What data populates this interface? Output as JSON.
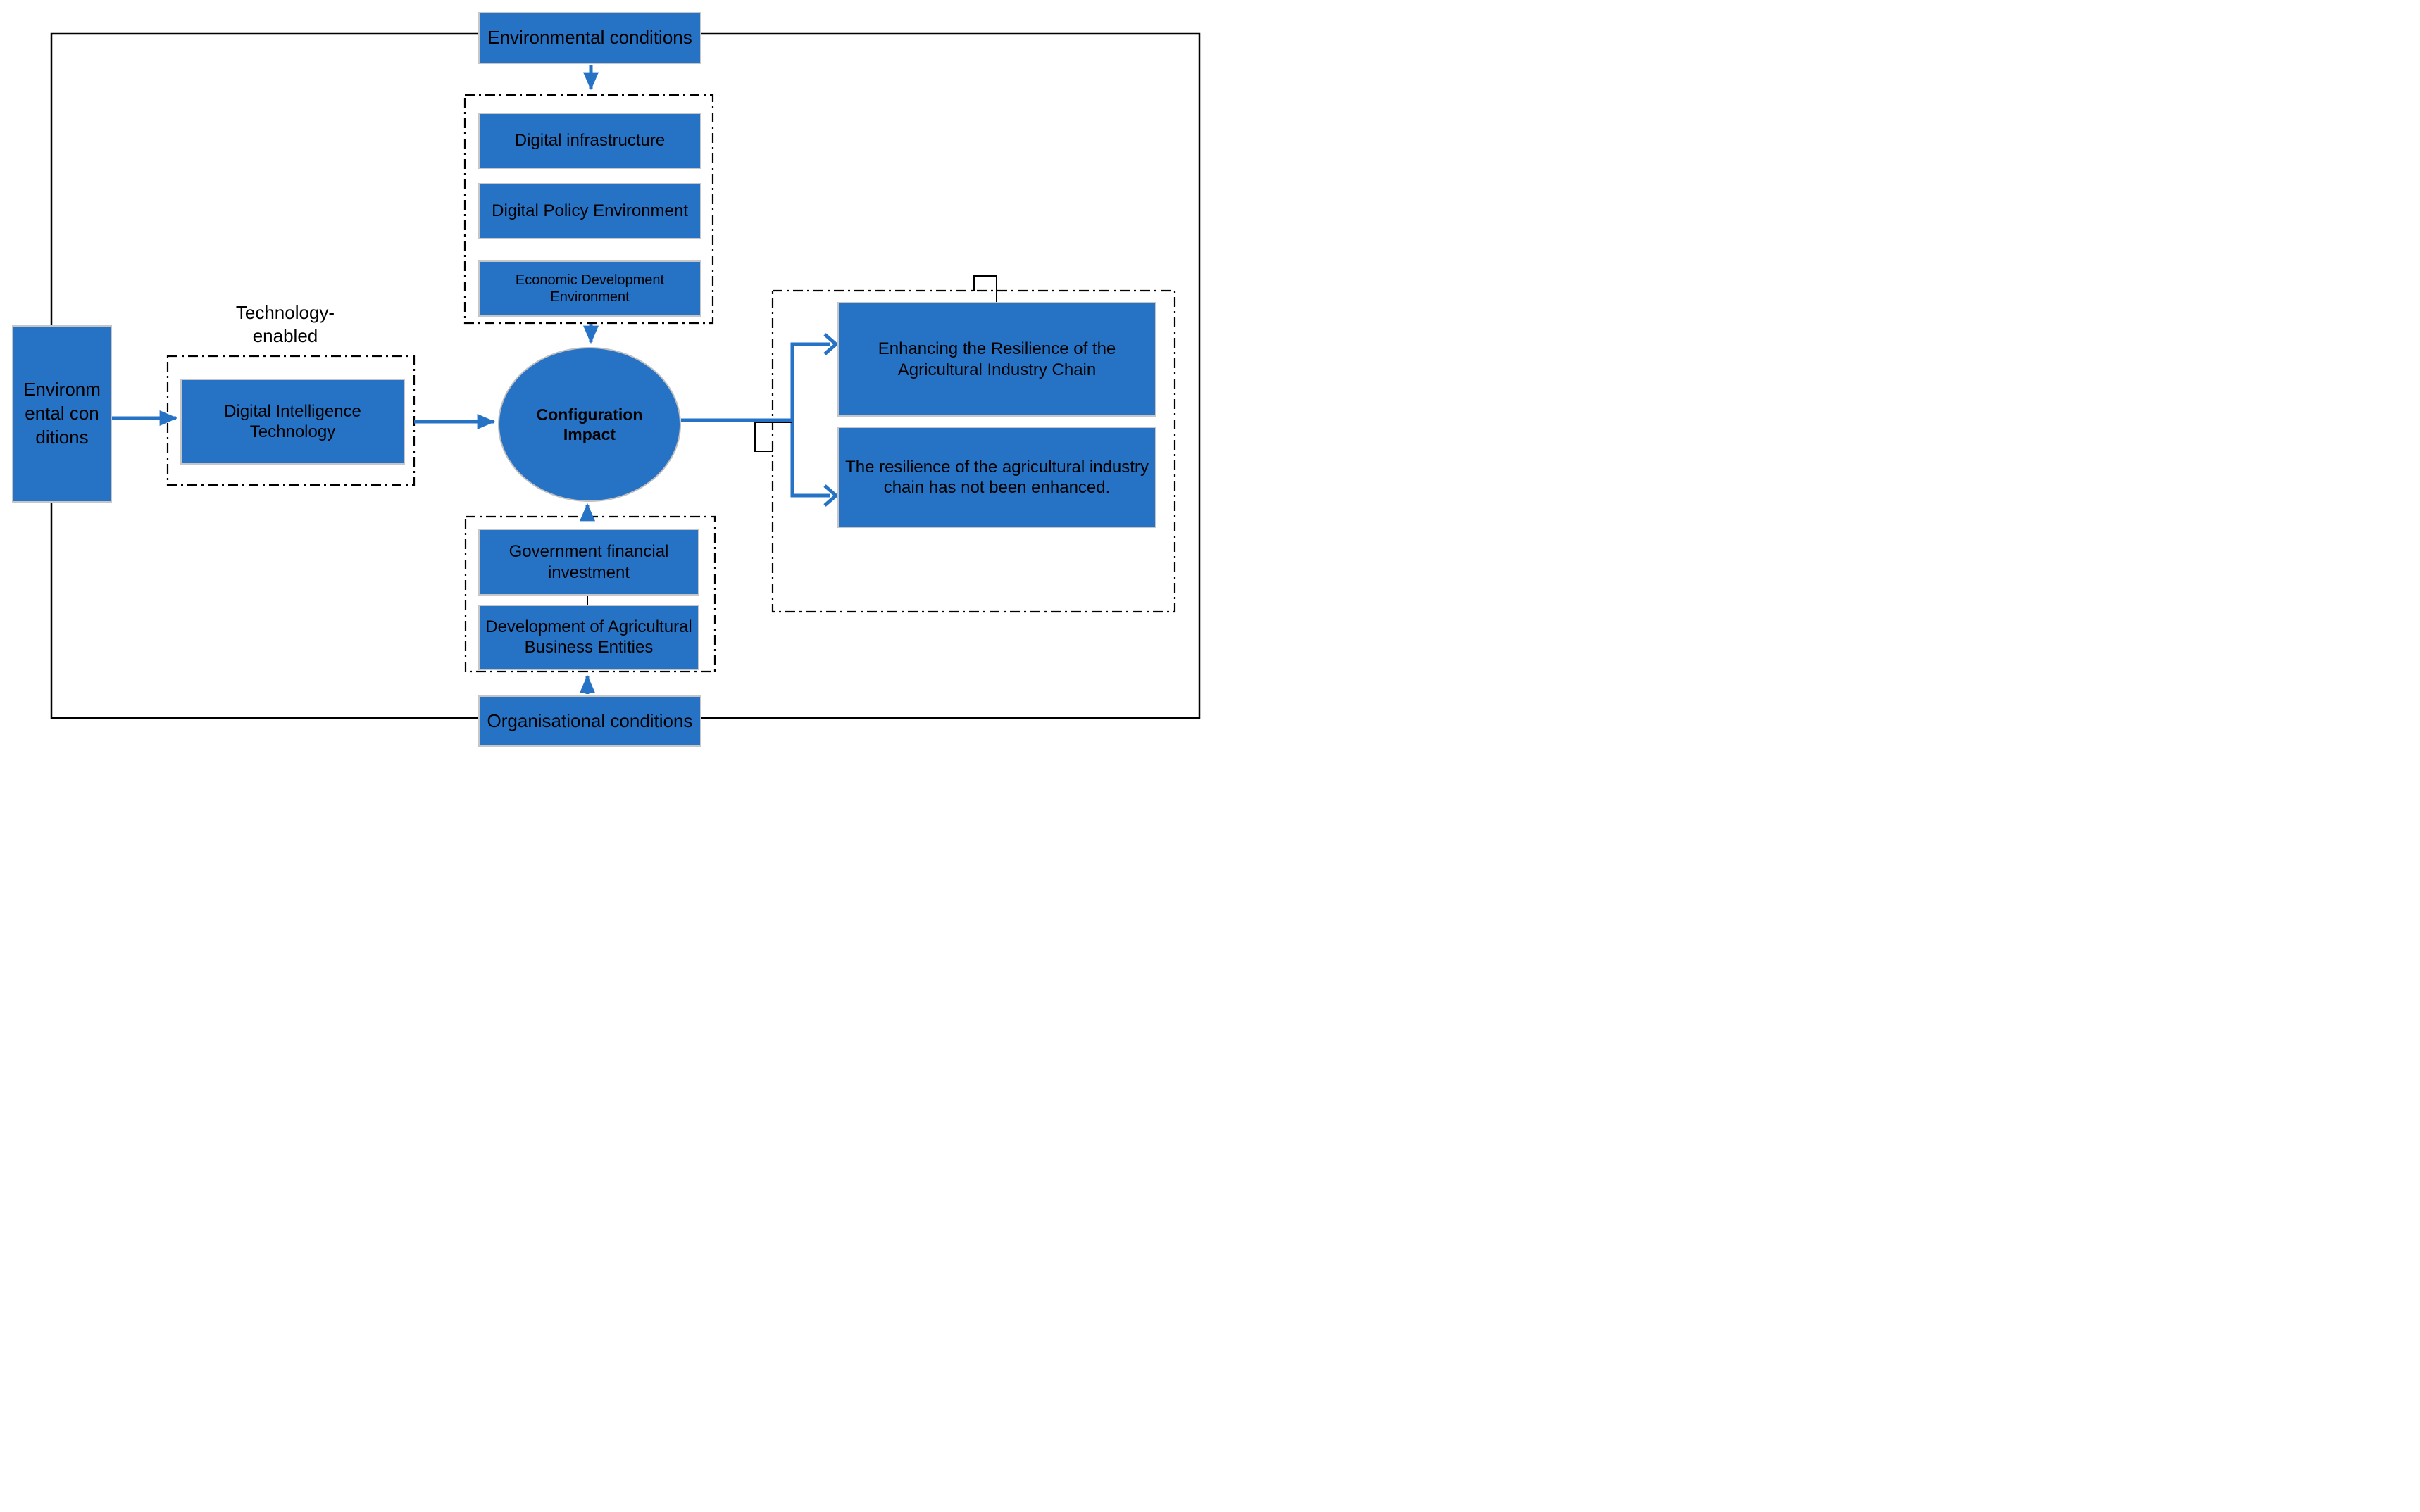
{
  "colors": {
    "primary_blue": "#2673C5",
    "text_black": "#000000",
    "box_border_gray": "#C6C6C6",
    "outer_border_black": "#000000"
  },
  "nodes": {
    "env_top": "Environmental conditions",
    "env_left": "Environmental conditions",
    "org_bottom": "Organisational conditions",
    "tech_group_label": "Technology-enabled",
    "digital_infrastructure": "Digital infrastructure",
    "digital_policy_environment": "Digital Policy Environment",
    "economic_development_environment": "Economic Development Environment",
    "digital_intelligence_technology": "Digital Intelligence Technology",
    "configuration_impact": "Configuration Impact",
    "government_financial_investment": "Government financial investment",
    "development_agricultural_business_entities": "Development of Agricultural Business Entities",
    "outcome_enhanced": "Enhancing the Resilience of the Agricultural Industry Chain",
    "outcome_not_enhanced": "The resilience of the agricultural industry chain has not been enhanced."
  }
}
